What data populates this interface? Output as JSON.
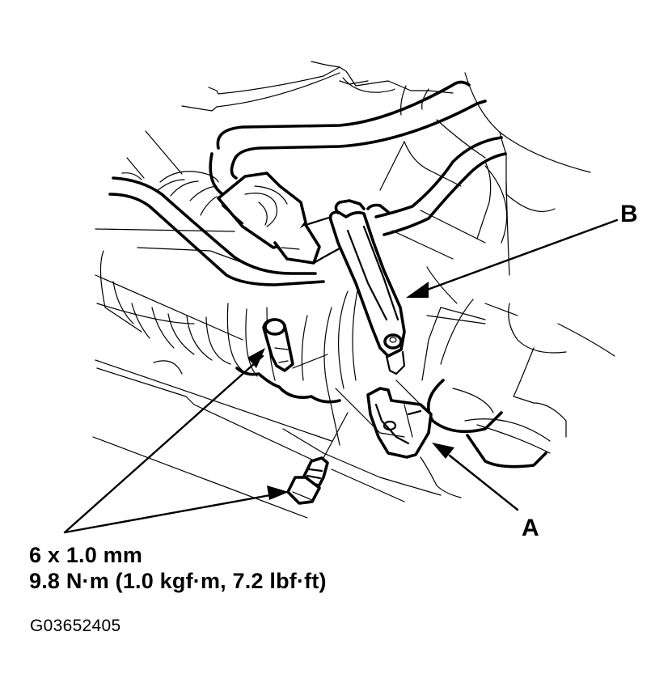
{
  "figure": {
    "subject": "Steering gearbox bolts and bracket illustration",
    "callouts": [
      {
        "id": "B",
        "label": "B"
      },
      {
        "id": "A",
        "label": "A"
      }
    ],
    "fastener_spec": {
      "size": "6 x 1.0 mm",
      "torque": "9.8 N·m (1.0 kgf·m, 7.2 lbf·ft)"
    },
    "figure_id": "G03652405"
  },
  "colors": {
    "line": "#000000",
    "background": "#ffffff"
  }
}
